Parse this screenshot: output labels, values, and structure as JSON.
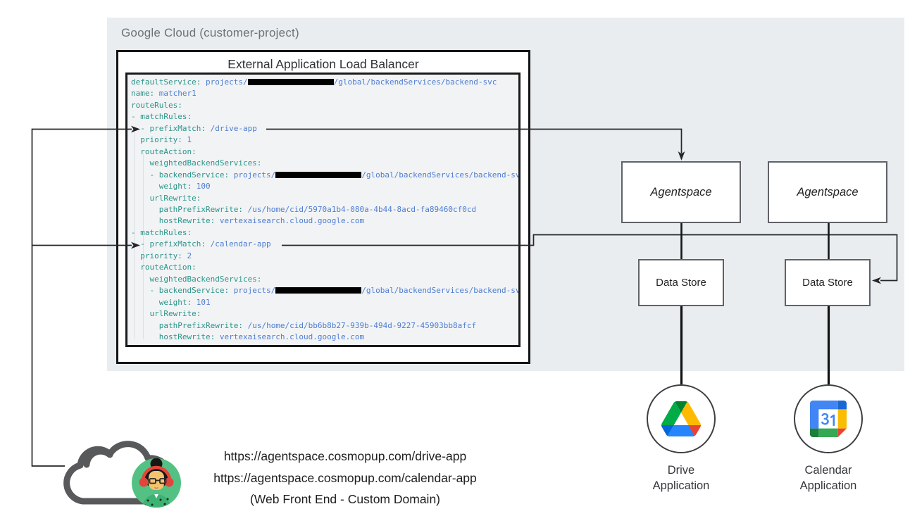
{
  "colors": {
    "gcp_region_bg": "#e9edf0",
    "code_bg": "#f1f3f5",
    "yaml_key": "#2b9589",
    "yaml_value": "#4e7dd1",
    "redaction": "#000000",
    "connector": "#242628",
    "box_border": "#5f6368"
  },
  "gcp_region": {
    "label": "Google Cloud (customer-project)"
  },
  "load_balancer": {
    "title": "External Application Load Balancer",
    "yaml": [
      [
        {
          "t": "key",
          "s": "defaultService:"
        },
        {
          "t": "val",
          "s": " projects/"
        },
        {
          "t": "redact",
          "s": ""
        },
        {
          "t": "val",
          "s": "/global/backendServices/backend-svc"
        }
      ],
      [
        {
          "t": "key",
          "s": "name:"
        },
        {
          "t": "val",
          "s": " matcher1"
        }
      ],
      [
        {
          "t": "key",
          "s": "routeRules:"
        }
      ],
      [
        {
          "t": "key",
          "s": "- matchRules:"
        }
      ],
      [
        {
          "t": "key",
          "s": "  - prefixMatch:"
        },
        {
          "t": "val",
          "s": " /drive-app"
        }
      ],
      [
        {
          "t": "key",
          "s": "  priority:"
        },
        {
          "t": "val",
          "s": " 1"
        }
      ],
      [
        {
          "t": "key",
          "s": "  routeAction:"
        }
      ],
      [
        {
          "t": "key",
          "s": "    weightedBackendServices:"
        }
      ],
      [
        {
          "t": "key",
          "s": "    - backendService:"
        },
        {
          "t": "val",
          "s": " projects/"
        },
        {
          "t": "redact",
          "s": ""
        },
        {
          "t": "val",
          "s": "/global/backendServices/backend-svc"
        }
      ],
      [
        {
          "t": "key",
          "s": "      weight:"
        },
        {
          "t": "val",
          "s": " 100"
        }
      ],
      [
        {
          "t": "key",
          "s": "    urlRewrite:"
        }
      ],
      [
        {
          "t": "key",
          "s": "      pathPrefixRewrite:"
        },
        {
          "t": "val",
          "s": " /us/home/cid/5970a1b4-080a-4b44-8acd-fa89460cf0cd"
        }
      ],
      [
        {
          "t": "key",
          "s": "      hostRewrite:"
        },
        {
          "t": "val",
          "s": " vertexaisearch.cloud.google.com"
        }
      ],
      [
        {
          "t": "key",
          "s": "- matchRules:"
        }
      ],
      [
        {
          "t": "key",
          "s": "  - prefixMatch:"
        },
        {
          "t": "val",
          "s": " /calendar-app"
        }
      ],
      [
        {
          "t": "key",
          "s": "  priority:"
        },
        {
          "t": "val",
          "s": " 2"
        }
      ],
      [
        {
          "t": "key",
          "s": "  routeAction:"
        }
      ],
      [
        {
          "t": "key",
          "s": "    weightedBackendServices:"
        }
      ],
      [
        {
          "t": "key",
          "s": "    - backendService:"
        },
        {
          "t": "val",
          "s": " projects/"
        },
        {
          "t": "redact",
          "s": ""
        },
        {
          "t": "val",
          "s": "/global/backendServices/backend-svc"
        }
      ],
      [
        {
          "t": "key",
          "s": "      weight:"
        },
        {
          "t": "val",
          "s": " 101"
        }
      ],
      [
        {
          "t": "key",
          "s": "    urlRewrite:"
        }
      ],
      [
        {
          "t": "key",
          "s": "      pathPrefixRewrite:"
        },
        {
          "t": "val",
          "s": " /us/home/cid/bb6b8b27-939b-494d-9227-45903bb8afcf"
        }
      ],
      [
        {
          "t": "key",
          "s": "      hostRewrite:"
        },
        {
          "t": "val",
          "s": " vertexaisearch.cloud.google.com"
        }
      ]
    ]
  },
  "agentspace_boxes": [
    {
      "label": "Agentspace"
    },
    {
      "label": "Agentspace"
    }
  ],
  "data_store_boxes": [
    {
      "label": "Data Store"
    },
    {
      "label": "Data Store"
    }
  ],
  "applications": [
    {
      "label": "Drive Application",
      "icon": "google-drive-icon"
    },
    {
      "label": "Calendar Application",
      "icon": "google-calendar-icon"
    }
  ],
  "client": {
    "icon": "cloud-icon",
    "avatar_icon": "user-avatar",
    "urls": [
      "https://agentspace.cosmopup.com/drive-app",
      "https://agentspace.cosmopup.com/calendar-app"
    ],
    "caption": "(Web Front End - Custom Domain)"
  }
}
